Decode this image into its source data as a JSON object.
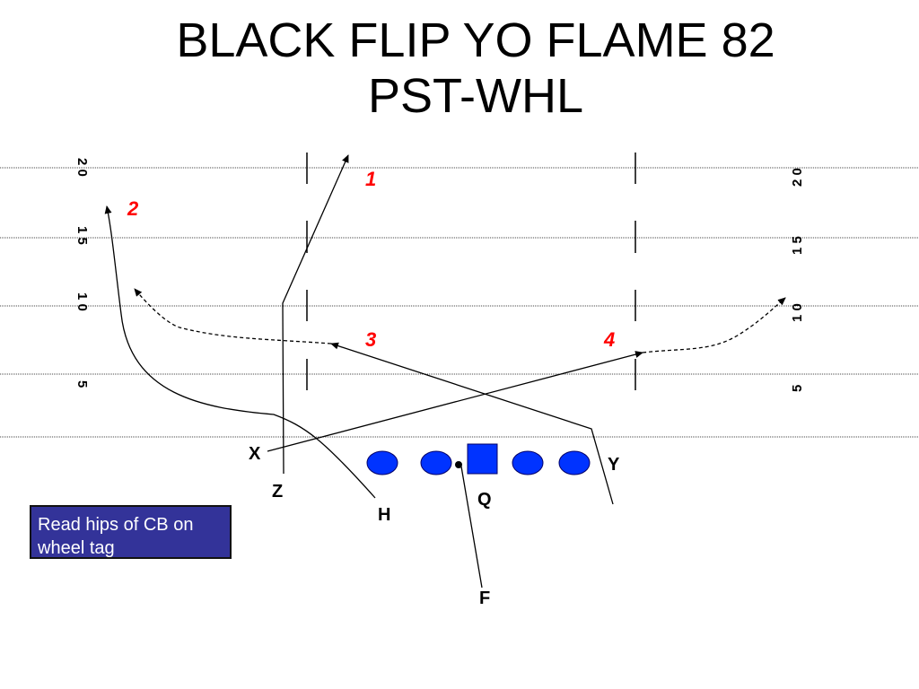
{
  "title": {
    "line1": "BLACK FLIP YO FLAME 82",
    "line2": "PST-WHL"
  },
  "yard_numbers": {
    "left": [
      "2 0",
      "1 5",
      "1 0",
      "5"
    ],
    "right": [
      "2 0",
      "1 5",
      "1 0",
      "5"
    ]
  },
  "route_numbers": [
    "1",
    "2",
    "3",
    "4"
  ],
  "players": {
    "x": "X",
    "z": "Z",
    "h": "H",
    "q": "Q",
    "f": "F",
    "y": "Y"
  },
  "note": "Read hips of CB on wheel tag",
  "colors": {
    "route_number": "#ff0000",
    "linemen": "#0033ff",
    "note_background": "#333399",
    "note_text": "#ffffff"
  },
  "icons": {
    "lineman": "blue-ellipse",
    "center": "blue-square",
    "ball": "black-dot"
  }
}
